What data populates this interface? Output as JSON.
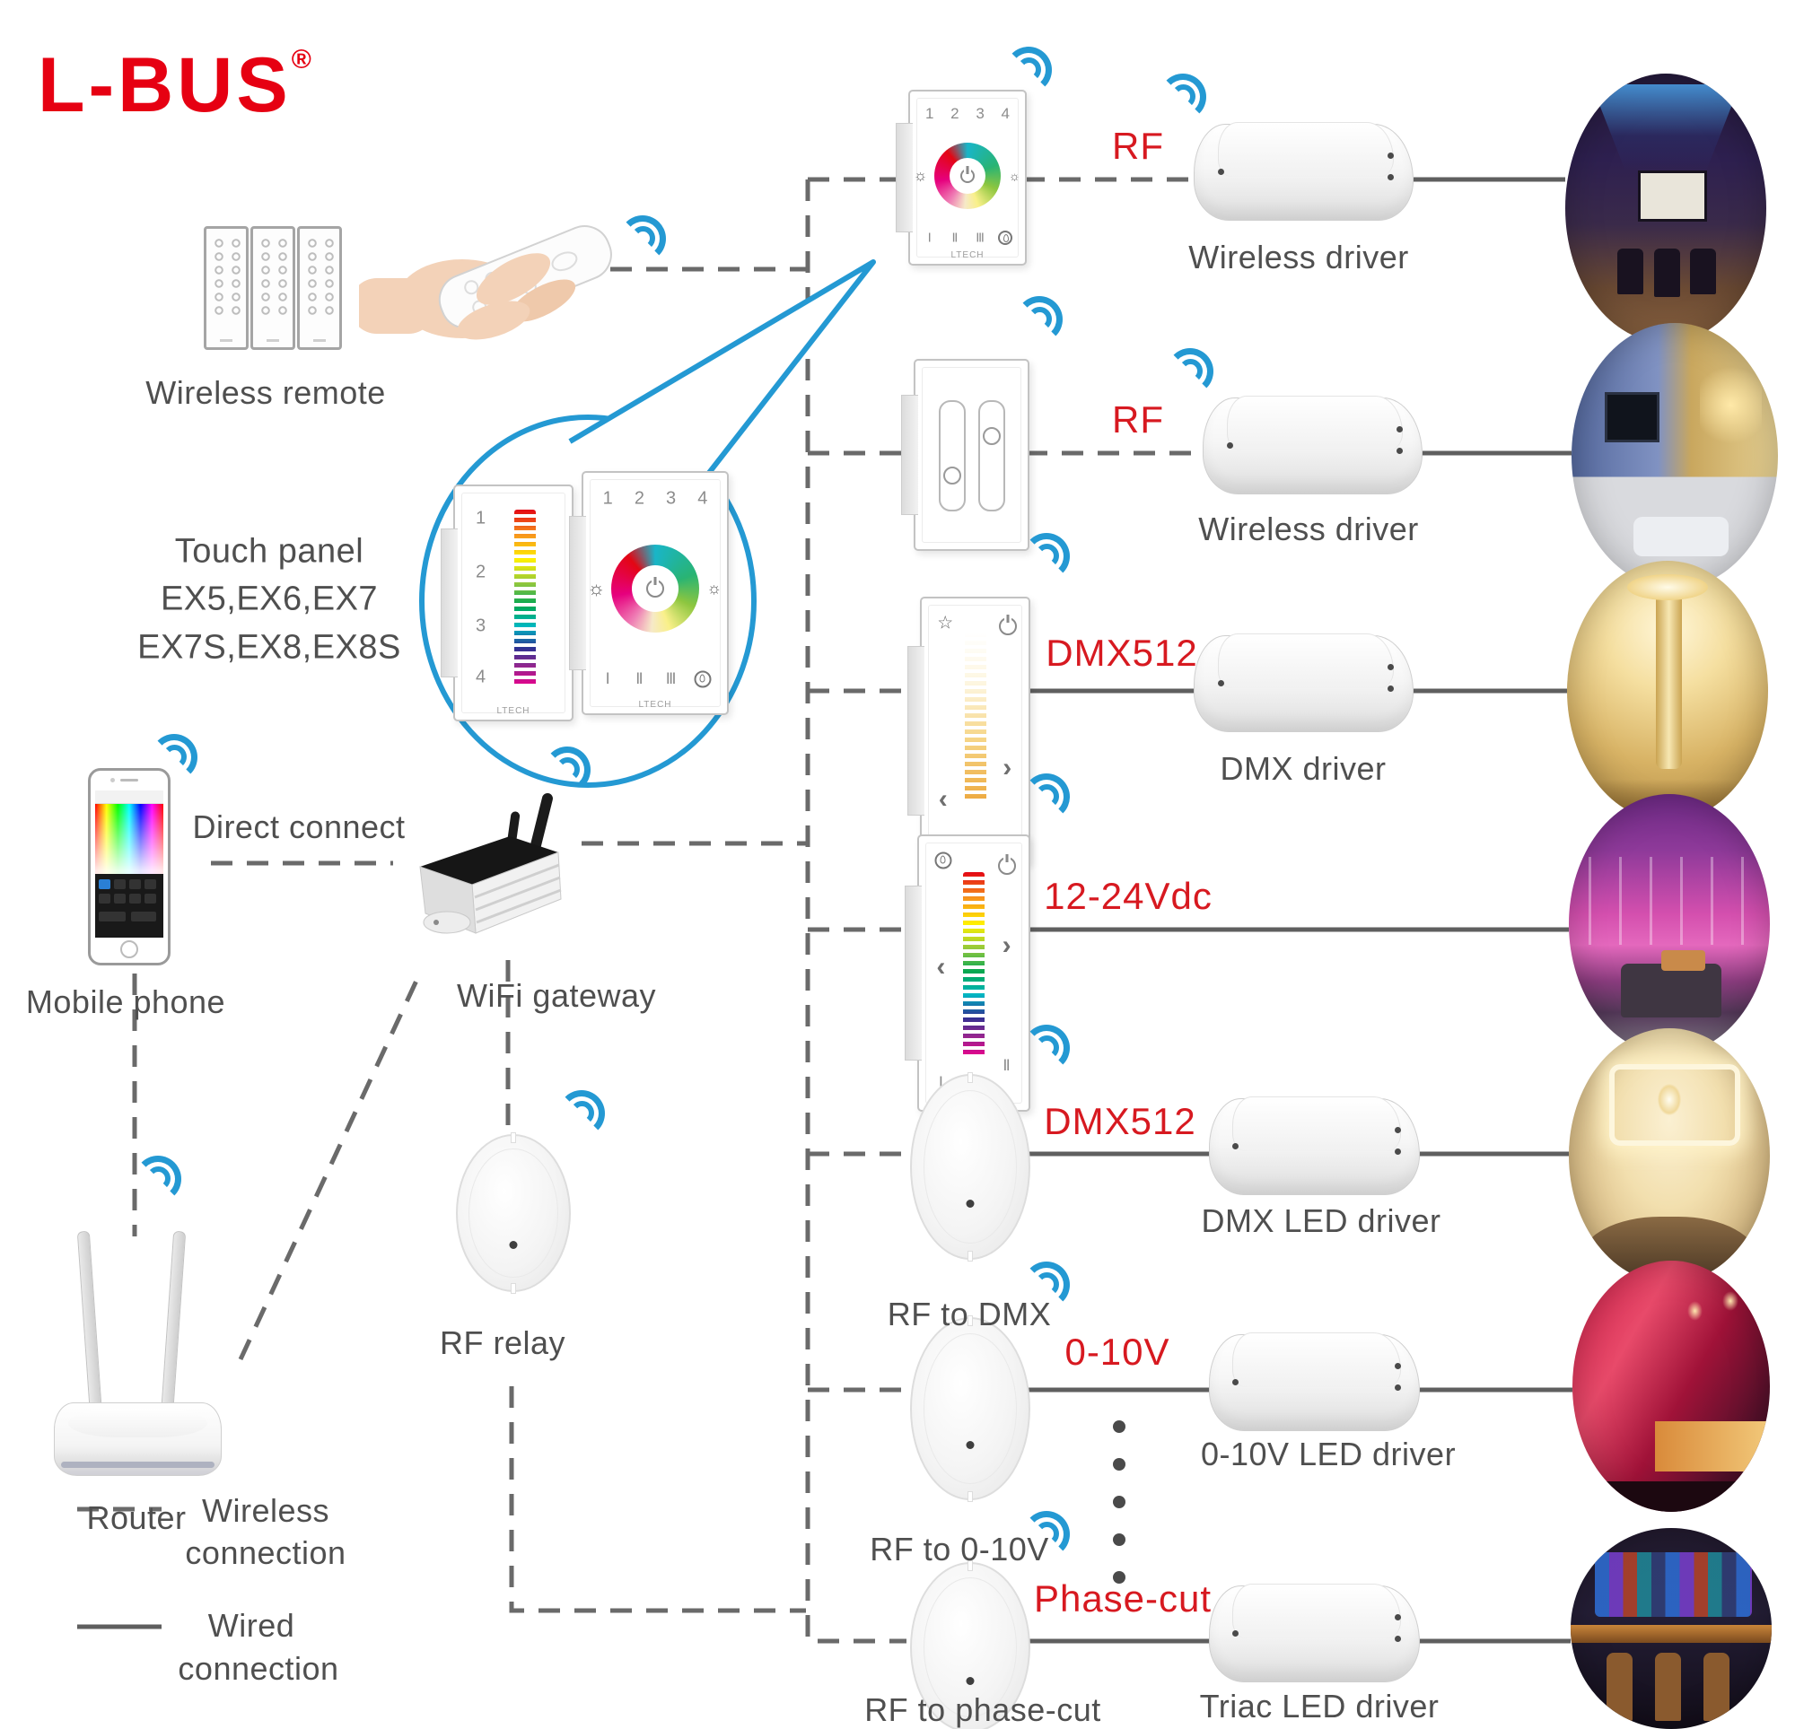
{
  "colors": {
    "logo_red": "#e60012",
    "label_red": "#d71920",
    "wifi_blue": "#2499d3",
    "wire_gray": "#6a6a6a",
    "text_gray": "#4f4f4f"
  },
  "logo": {
    "text": "L-BUS",
    "reg": "®"
  },
  "left_column": {
    "wireless_remote": "Wireless remote",
    "touch_panel_line1": "Touch panel",
    "touch_panel_line2": "EX5,EX6,EX7",
    "touch_panel_line3": "EX7S,EX8,EX8S",
    "direct_connect": "Direct connect",
    "mobile_phone": "Mobile phone",
    "wifi_gateway": "WiFi gateway",
    "router": "Router",
    "rf_relay": "RF relay"
  },
  "legend": {
    "wireless_line1": "Wireless",
    "wireless_line2": "connection",
    "wired_line1": "Wired",
    "wired_line2": "connection"
  },
  "rows": [
    {
      "protocol": "RF",
      "driver_label": "Wireless driver",
      "photo_scene": "home-theater"
    },
    {
      "protocol": "RF",
      "driver_label": "Wireless driver",
      "photo_scene": "living-room"
    },
    {
      "protocol": "DMX512",
      "driver_label": "DMX driver",
      "photo_scene": "hotel-lobby"
    },
    {
      "protocol": "12-24Vdc",
      "driver_label": "",
      "photo_scene": "bedroom"
    },
    {
      "protocol": "DMX512",
      "driver_label": "DMX LED driver",
      "converter_label": "RF to DMX",
      "photo_scene": "ceiling-lighting"
    },
    {
      "protocol": "0-10V",
      "driver_label": "0-10V LED driver",
      "converter_label": "RF to 0-10V",
      "photo_scene": "bar-lounge"
    },
    {
      "protocol": "Phase-cut",
      "driver_label": "Triac LED driver",
      "converter_label": "RF to phase-cut",
      "photo_scene": "bar-counter"
    }
  ],
  "panels": {
    "brand": "LTECH",
    "digits": [
      "1",
      "2",
      "3",
      "4"
    ],
    "scene_numerals": [
      "Ⅰ",
      "Ⅱ",
      "Ⅲ"
    ],
    "icons": {
      "brightness": "☼",
      "star": "☆",
      "arrow_left": "‹",
      "arrow_right": "›"
    }
  }
}
